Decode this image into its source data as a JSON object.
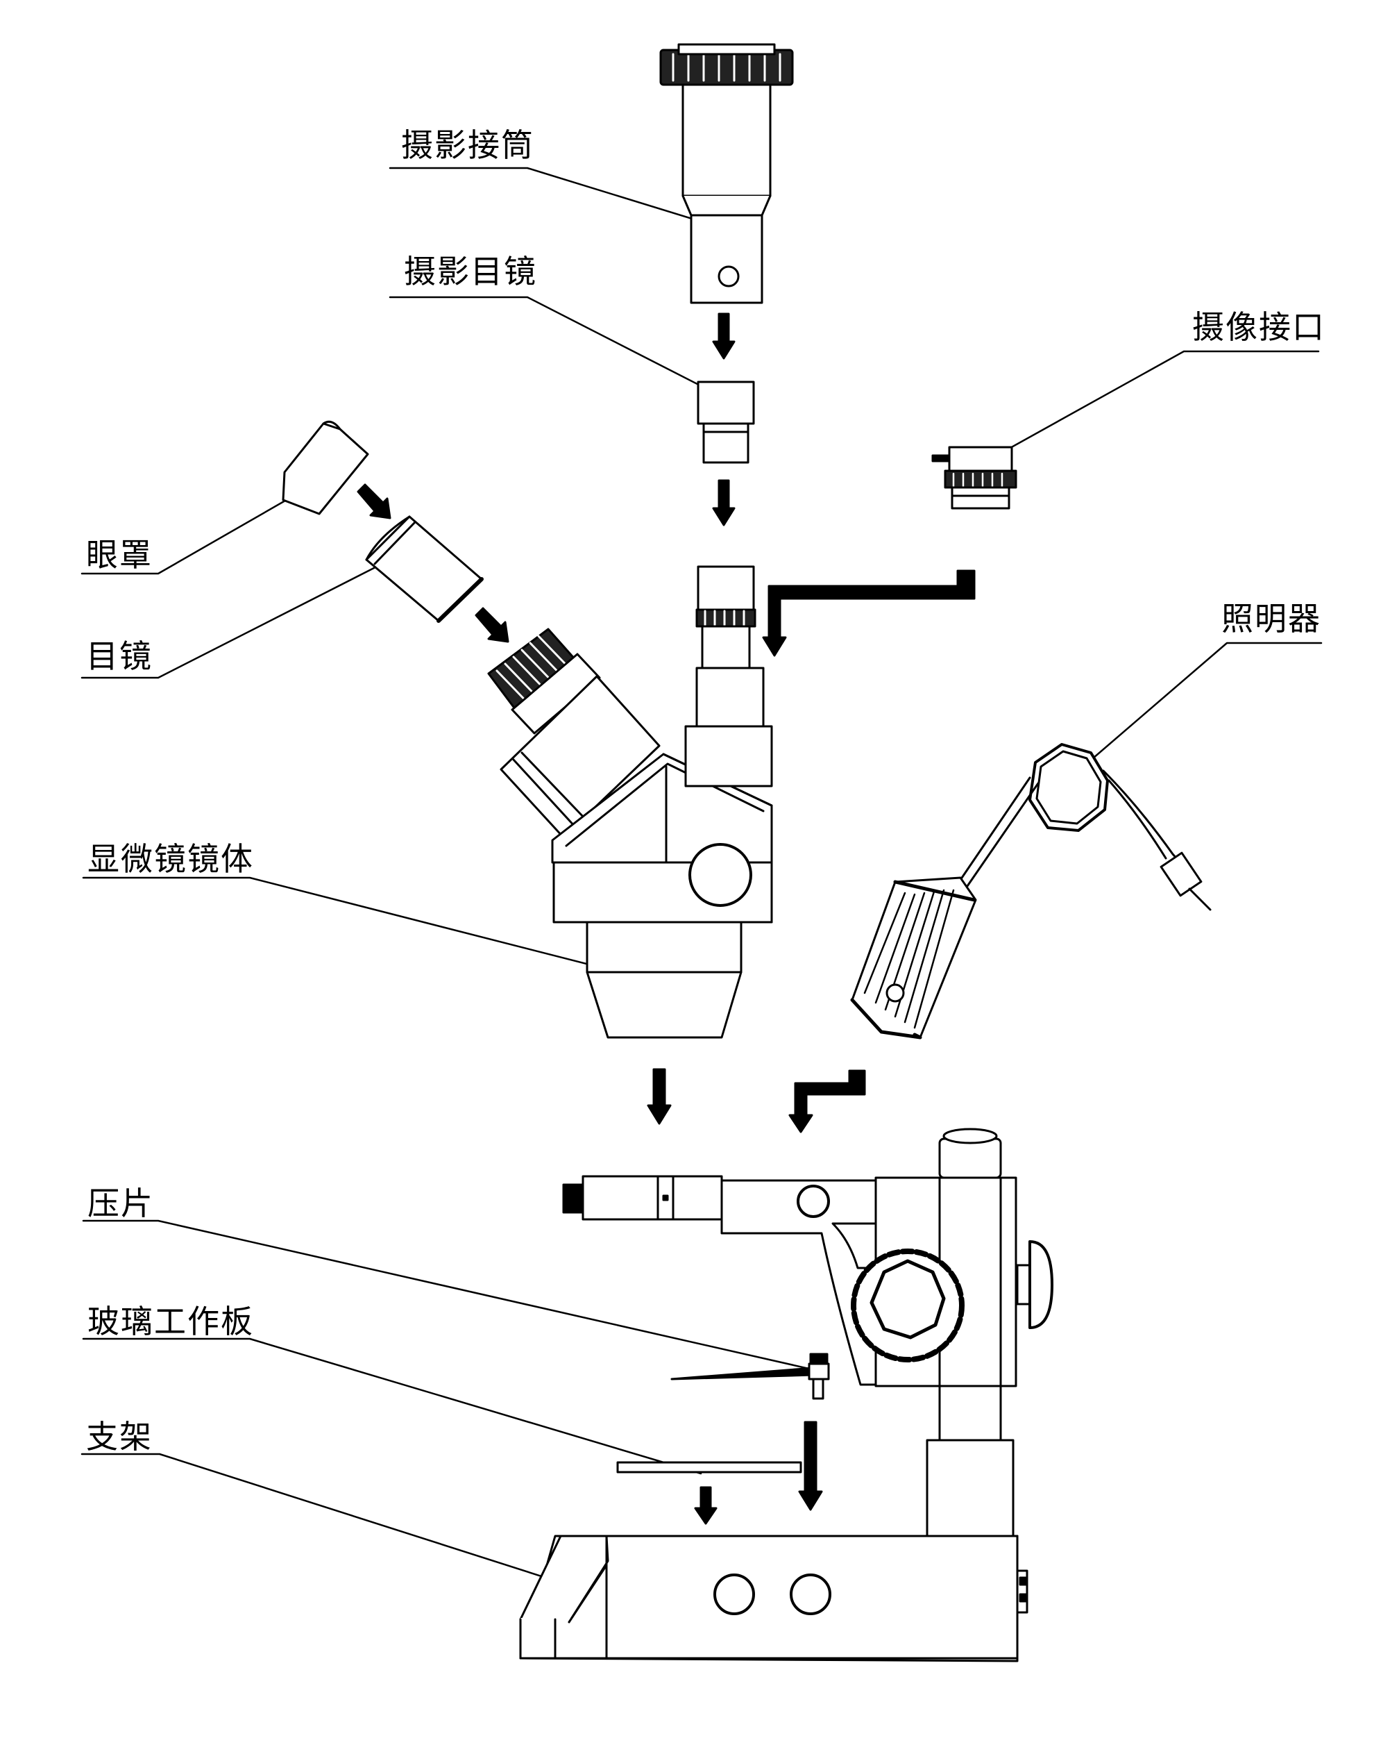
{
  "labels": {
    "photo_tube": "摄影接筒",
    "photo_eyepiece": "摄影目镜",
    "camera_port": "摄像接口",
    "eyecup": "眼罩",
    "eyepiece": "目镜",
    "illuminator": "照明器",
    "microscope_body": "显微镜镜体",
    "stage_clip": "压片",
    "glass_plate": "玻璃工作板",
    "stand": "支架"
  },
  "style": {
    "line_color": "#000000",
    "background": "#ffffff"
  }
}
